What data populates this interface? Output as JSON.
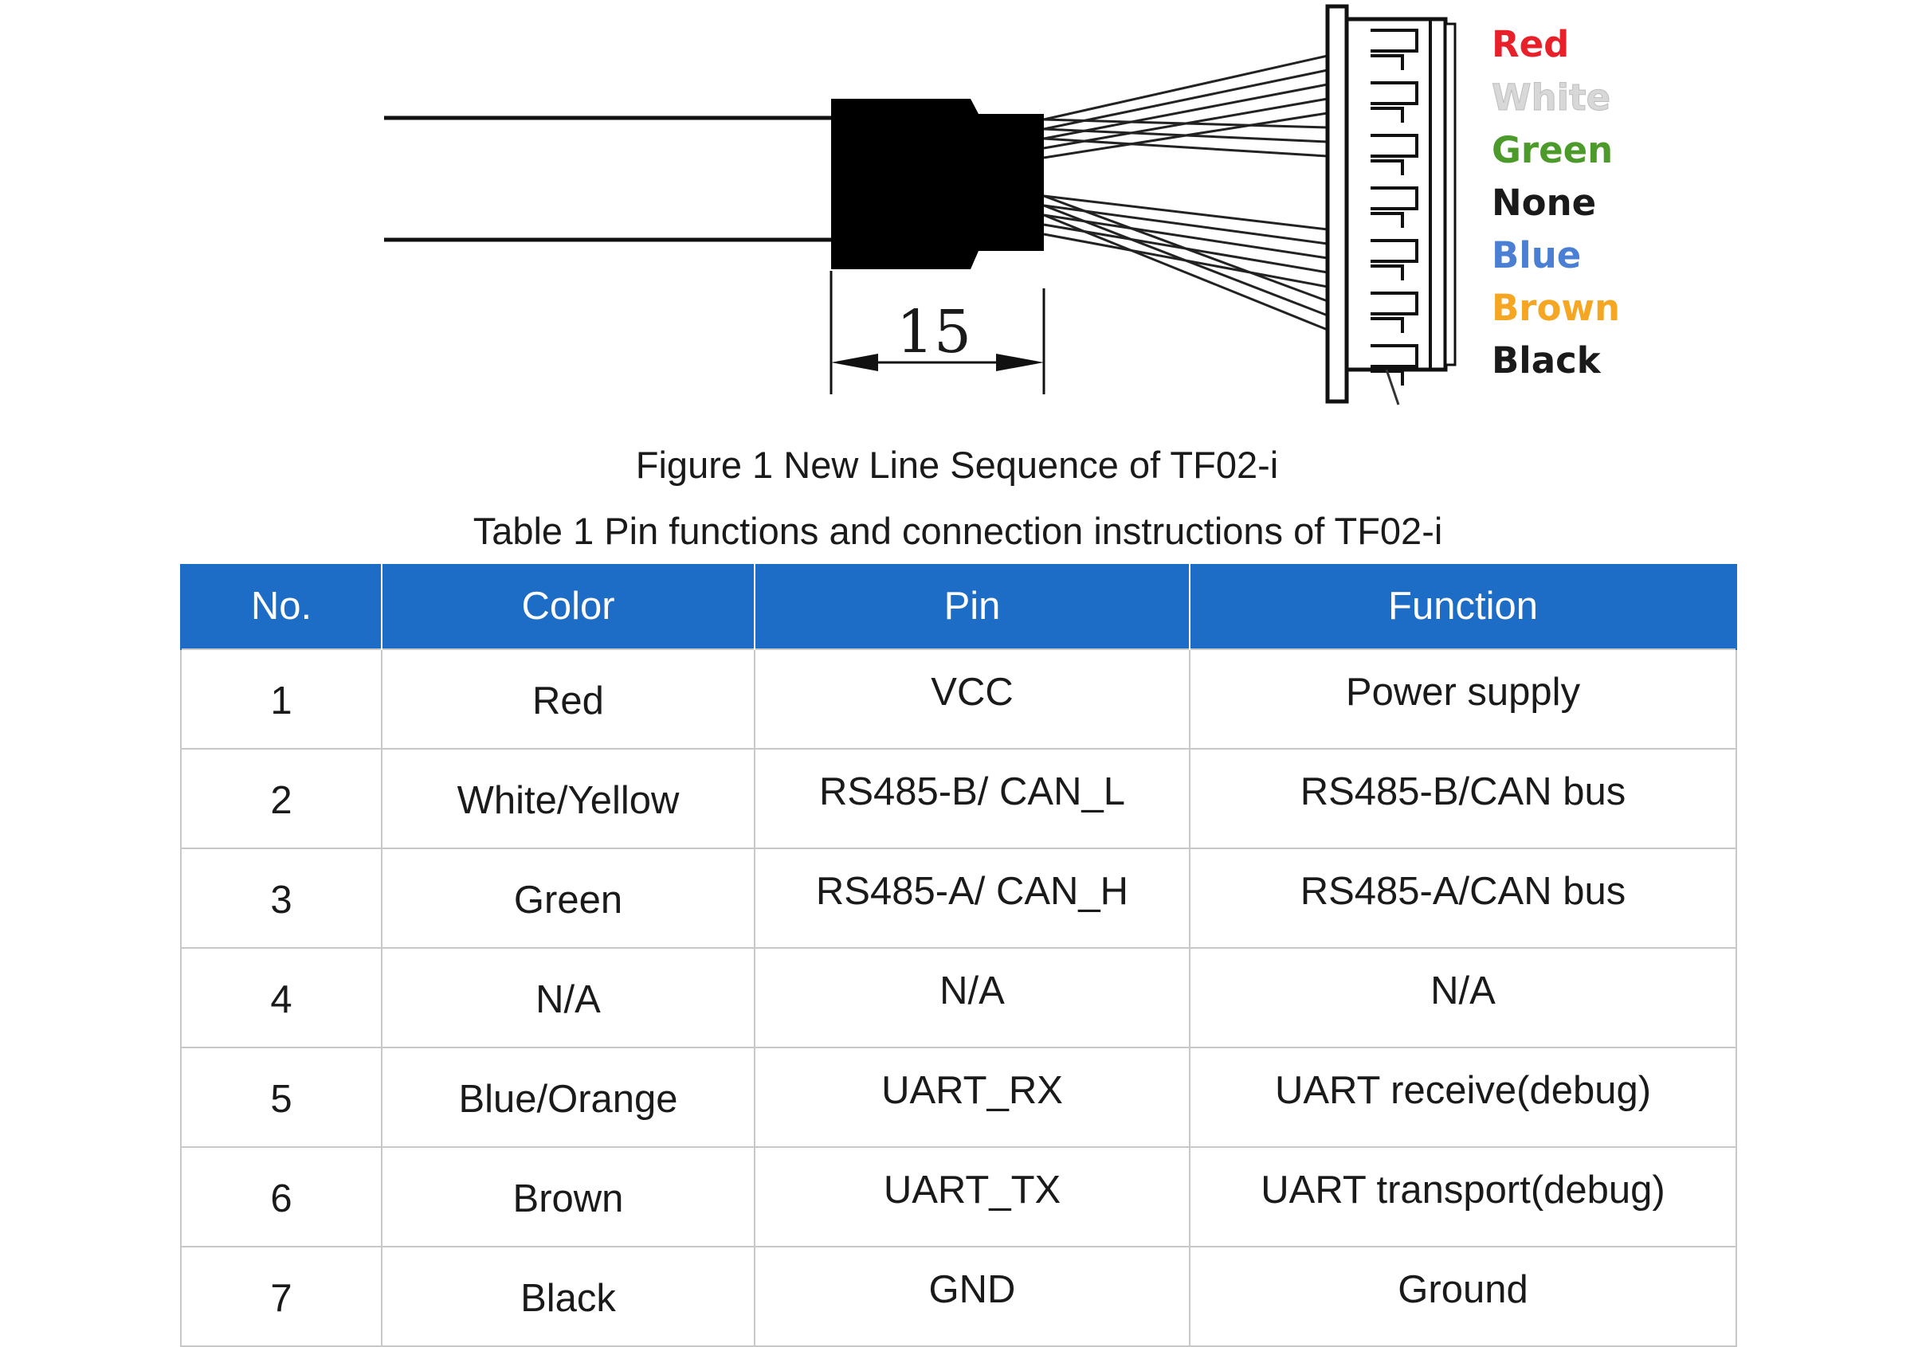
{
  "figure": {
    "dimension": "15",
    "wire_labels": [
      {
        "text": "Red",
        "color": "#e8202a"
      },
      {
        "text": "White",
        "color": "#d8d8d8"
      },
      {
        "text": "Green",
        "color": "#4c9a2a"
      },
      {
        "text": "None",
        "color": "#1a1a1a"
      },
      {
        "text": "Blue",
        "color": "#4a7fd4"
      },
      {
        "text": "Brown",
        "color": "#f5a623"
      },
      {
        "text": "Black",
        "color": "#1a1a1a"
      }
    ],
    "caption": "Figure 1 New Line Sequence of TF02-i"
  },
  "table": {
    "caption": "Table 1 Pin functions and connection instructions of TF02-i",
    "header_color": "#1d6cc6",
    "headers": [
      "No.",
      "Color",
      "Pin",
      "Function"
    ],
    "rows": [
      [
        "1",
        "Red",
        "VCC",
        "Power supply"
      ],
      [
        "2",
        "White/Yellow",
        "RS485-B/ CAN_L",
        "RS485-B/CAN bus"
      ],
      [
        "3",
        "Green",
        "RS485-A/ CAN_H",
        "RS485-A/CAN bus"
      ],
      [
        "4",
        "N/A",
        "N/A",
        "N/A"
      ],
      [
        "5",
        "Blue/Orange",
        "UART_RX",
        "UART receive(debug)"
      ],
      [
        "6",
        "Brown",
        "UART_TX",
        "UART transport(debug)"
      ],
      [
        "7",
        "Black",
        "GND",
        "Ground"
      ]
    ]
  }
}
